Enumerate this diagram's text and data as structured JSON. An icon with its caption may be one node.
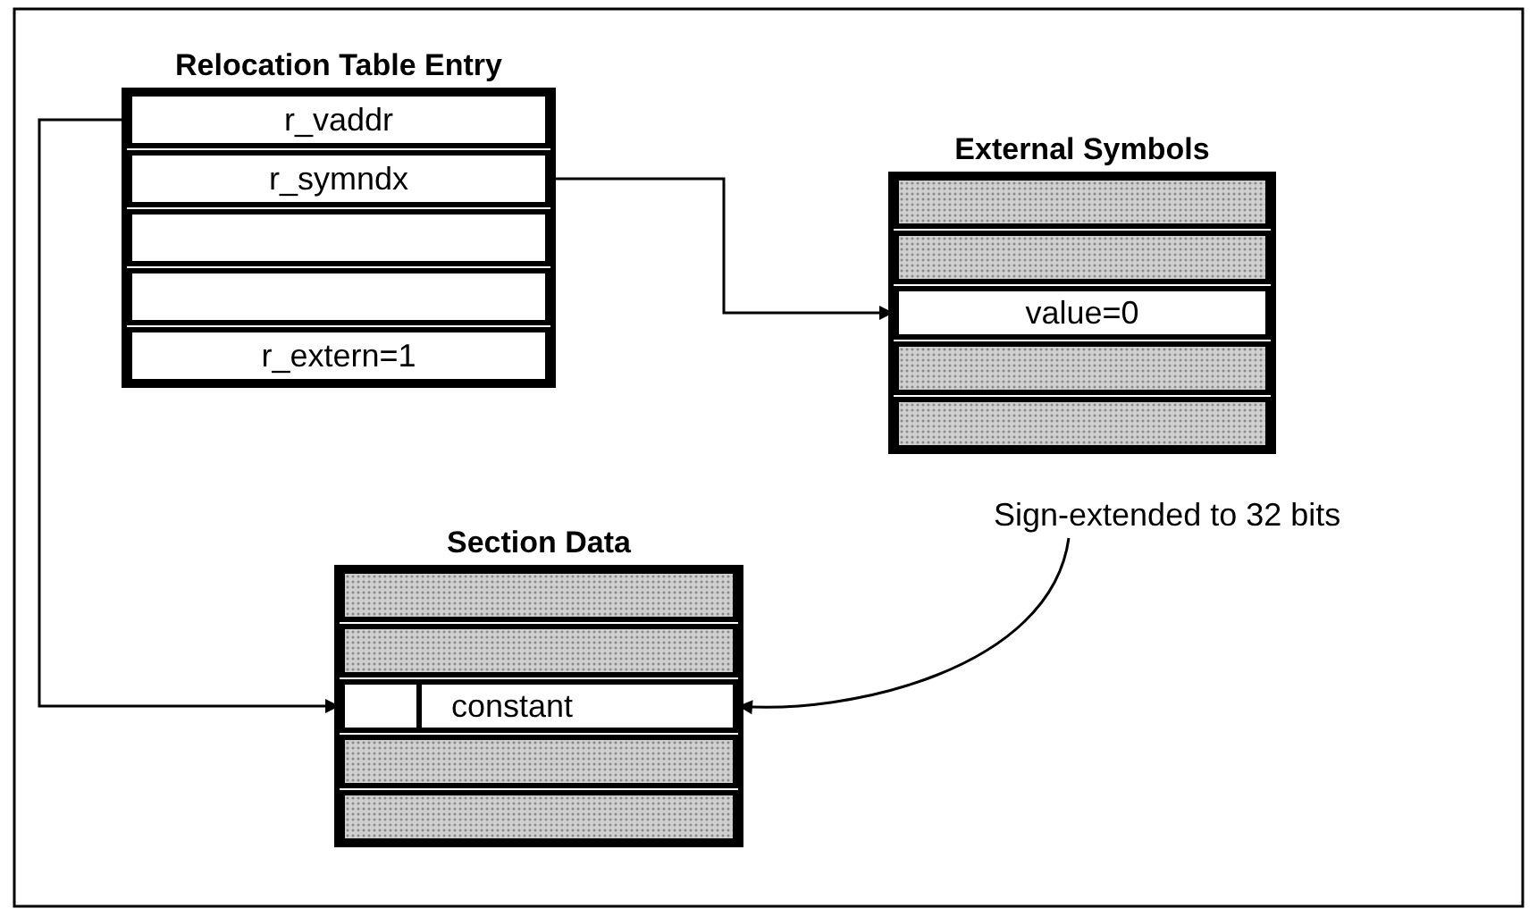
{
  "diagram": {
    "nodes": [
      {
        "text": [
          "Relocation Table Entry"
        ]
      },
      {
        "text": [
          "r_vaddr"
        ],
        "in": 0
      },
      {
        "text": [
          "r_symndx"
        ],
        "in": 0
      },
      {
        "text": [],
        "shape": "box",
        "in": 0
      },
      {
        "text": [],
        "shape": "box",
        "in": 0
      },
      {
        "text": [
          "r_extern=1"
        ],
        "in": 0
      },
      {
        "text": [
          "External Symbols"
        ]
      },
      {
        "text": [],
        "shape": "bar",
        "in": 6
      },
      {
        "text": [],
        "shape": "bar",
        "in": 6
      },
      {
        "text": [
          "value=0"
        ],
        "in": 6
      },
      {
        "text": [],
        "shape": "bar",
        "in": 6
      },
      {
        "text": [],
        "shape": "bar",
        "in": 6
      },
      {
        "text": [
          "Section Data"
        ]
      },
      {
        "text": [],
        "shape": "bar",
        "in": 12
      },
      {
        "text": [],
        "shape": "bar",
        "in": 12
      },
      {
        "text": [
          "constant"
        ],
        "in": 12
      },
      {
        "text": [],
        "shape": "box",
        "in": 15
      },
      {
        "text": [],
        "shape": "bar",
        "in": 12
      },
      {
        "text": [],
        "shape": "bar",
        "in": 12
      },
      {
        "text": [
          "Sign-extended to 32 bits"
        ]
      }
    ],
    "edges": [
      {
        "from": 1,
        "to": 15,
        "arrow": "to"
      },
      {
        "from": 2,
        "to": 9,
        "arrow": "to"
      },
      {
        "from": 19,
        "to": 15,
        "arrow": "to"
      }
    ]
  }
}
